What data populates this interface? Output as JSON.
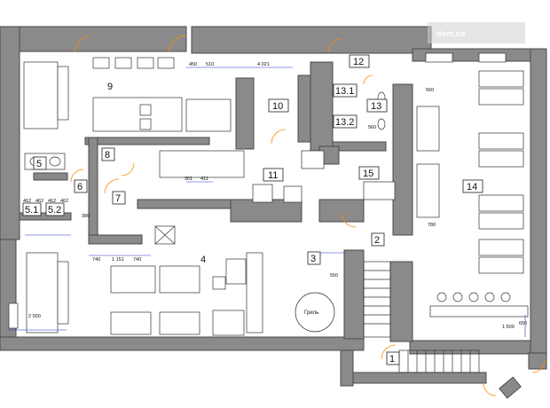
{
  "plan": {
    "watermark": "dom.ria",
    "grill_label": "Гриль",
    "rooms": [
      {
        "id": "r1",
        "label": "1"
      },
      {
        "id": "r2",
        "label": "2"
      },
      {
        "id": "r3",
        "label": "3"
      },
      {
        "id": "r4",
        "label": "4"
      },
      {
        "id": "r5",
        "label": "5"
      },
      {
        "id": "r51",
        "label": "5.1"
      },
      {
        "id": "r52",
        "label": "5.2"
      },
      {
        "id": "r6",
        "label": "6"
      },
      {
        "id": "r7",
        "label": "7"
      },
      {
        "id": "r8",
        "label": "8"
      },
      {
        "id": "r9",
        "label": "9"
      },
      {
        "id": "r10",
        "label": "10"
      },
      {
        "id": "r11",
        "label": "11"
      },
      {
        "id": "r12",
        "label": "12"
      },
      {
        "id": "r13",
        "label": "13"
      },
      {
        "id": "r131",
        "label": "13.1"
      },
      {
        "id": "r132",
        "label": "13.2"
      },
      {
        "id": "r14",
        "label": "14"
      },
      {
        "id": "r15",
        "label": "15"
      }
    ],
    "dimensions": {
      "top_a": "450",
      "top_b": "510",
      "top_c": "4 021",
      "left_a": "462",
      "left_b": "462",
      "left_c": "462",
      "left_d": "462",
      "mid_a": "301",
      "mid_b": "411",
      "mid_c": "740",
      "mid_d": "1 151",
      "mid_e": "740",
      "left_bottom": "2 000",
      "r3_dim": "550",
      "r14_a": "560",
      "r14_b": "780",
      "r14_c": "1 500",
      "r14_d": "650",
      "r13_a": "560",
      "small_a": "380"
    }
  }
}
